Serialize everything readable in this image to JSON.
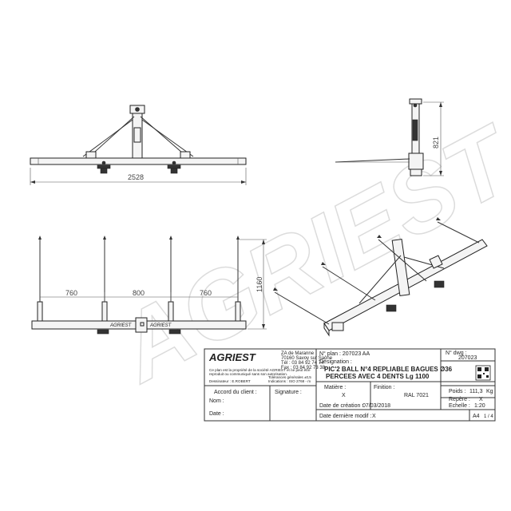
{
  "watermark": "AGRIEST",
  "dimensions": {
    "front_width": "2528",
    "side_height": "821",
    "top_height": "1160",
    "tine_spacing_left": "760",
    "tine_spacing_middle": "800",
    "tine_spacing_right": "760"
  },
  "frame_label": "AGRIEST",
  "title_block": {
    "logo": "AGRIEST",
    "company_address": [
      "ZA de Maranne",
      "70160 Savoy sur Saône",
      "Tél : 03 84 92 74 74",
      "Fax : 03 84 92 73 38"
    ],
    "property_notice": [
      "Ce plan est la propriété de la société AGRIEST et ne peut être",
      "reproduit ou communiqué sans son autorisation."
    ],
    "drafter_label": "Dessinateur : E.ROBERT",
    "tolerances_text": [
      "Tolérances générales ±0,5",
      "Indications : ISO 2768 - m"
    ],
    "client_agreement_label": "Accord du client :",
    "name_label": "Nom :",
    "date_label": "Date :",
    "signature_label": "Signature :",
    "plan_no_label": "N° plan : 207023 AA",
    "designation_label": "Désignation :",
    "designation_line1": "PIC'2 BALL N°4 REPLIABLE BAGUES Ø36",
    "designation_line2": "PERCEES AVEC 4 DENTS Lg 1100",
    "drawing_no_label": "N° dwg :",
    "drawing_no_value": "207023",
    "matiere_label": "Matière :",
    "matiere_value": "X",
    "finition_label": "Finition :",
    "finition_value": "RAL 7021",
    "date_creation_label": "Date de création :",
    "date_creation_value": "07/03/2018",
    "date_modif_label": "Date dernière modif :",
    "date_modif_value": "X",
    "poids_label": "Poids :",
    "poids_value": "111,3",
    "poids_unit": "Kg",
    "repere_label": "Repère :",
    "repere_value": "X",
    "echelle_label": "Echelle :",
    "echelle_value": "1:20",
    "format_value": "A4",
    "sheet_value": "1 / 4"
  }
}
